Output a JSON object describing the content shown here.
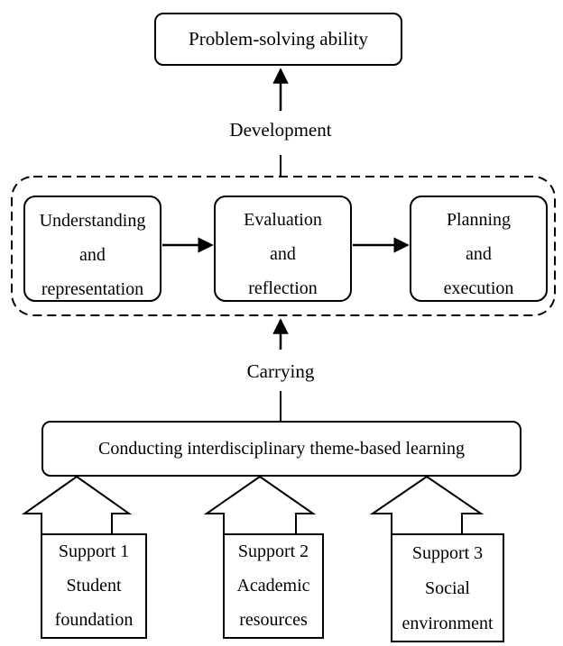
{
  "top_box": {
    "label": "Problem-solving ability"
  },
  "development_label": "Development",
  "process": {
    "understanding": [
      "Understanding",
      "and",
      "representation"
    ],
    "evaluation": [
      "Evaluation",
      "and",
      "reflection"
    ],
    "planning": [
      "Planning",
      "and",
      "execution"
    ]
  },
  "carrying_label": "Carrying",
  "learning_box": {
    "label": "Conducting interdisciplinary theme-based learning"
  },
  "supports": [
    {
      "title": "Support 1",
      "line1": "Student",
      "line2": "foundation"
    },
    {
      "title": "Support 2",
      "line1": "Academic",
      "line2": "resources"
    },
    {
      "title": "Support 3",
      "line1": "Social",
      "line2": "environment"
    }
  ]
}
